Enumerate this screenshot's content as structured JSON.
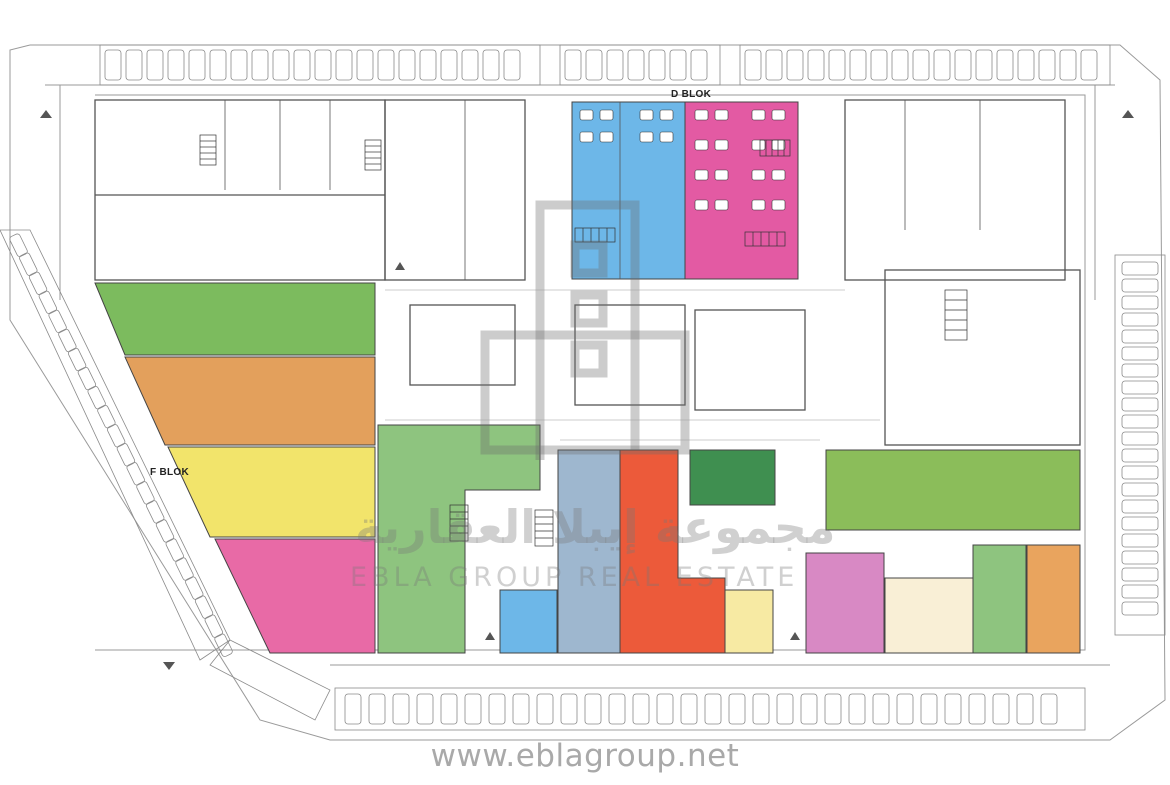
{
  "labels": {
    "d_block": "D BLOK",
    "f_block": "F BLOK"
  },
  "watermark": {
    "arabic": "مجموعة إيبلا العقارية",
    "english": "EBLA GROUP REAL ESTATE",
    "url": "www.eblagroup.net"
  },
  "colors": {
    "green": "#7cbb5e",
    "orange": "#e3a05c",
    "yellow": "#f2e46b",
    "pink": "#e86aa6",
    "magenta": "#e35aa3",
    "blue": "#6db7e8",
    "steel_blue": "#9eb7cf",
    "red_orange": "#ec5a3a",
    "dark_green": "#3f8f50",
    "light_yellow": "#f7eaa3",
    "lavender_pink": "#d889c4",
    "cream": "#f9efd6",
    "sage_green": "#8ec47f",
    "light_orange": "#e9a45e",
    "olive_green": "#8bbd5a"
  }
}
